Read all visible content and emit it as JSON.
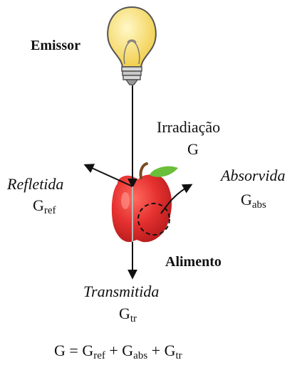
{
  "emitter": {
    "label": "Emissor",
    "icon": "light-bulb-icon"
  },
  "irradiation": {
    "label": "Irradiação",
    "symbol": "G"
  },
  "reflected": {
    "label": "Refletida",
    "symbol": "G",
    "sub": "ref"
  },
  "absorbed": {
    "label": "Absorvida",
    "symbol": "G",
    "sub": "abs"
  },
  "transmitted": {
    "label": "Transmitida",
    "symbol": "G",
    "sub": "tr"
  },
  "food": {
    "label": "Alimento",
    "icon": "apple-icon"
  },
  "equation": {
    "lhs": "G",
    "eq": " = ",
    "t1": "G",
    "t1sub": "ref",
    "plus1": " + ",
    "t2": "G",
    "t2sub": "abs",
    "plus2": " + ",
    "t3": "G",
    "t3sub": "tr"
  },
  "colors": {
    "apple": "#e53030",
    "leaf": "#6abf3a",
    "bulb": "#f5d86a",
    "base": "#d2d2d2"
  }
}
